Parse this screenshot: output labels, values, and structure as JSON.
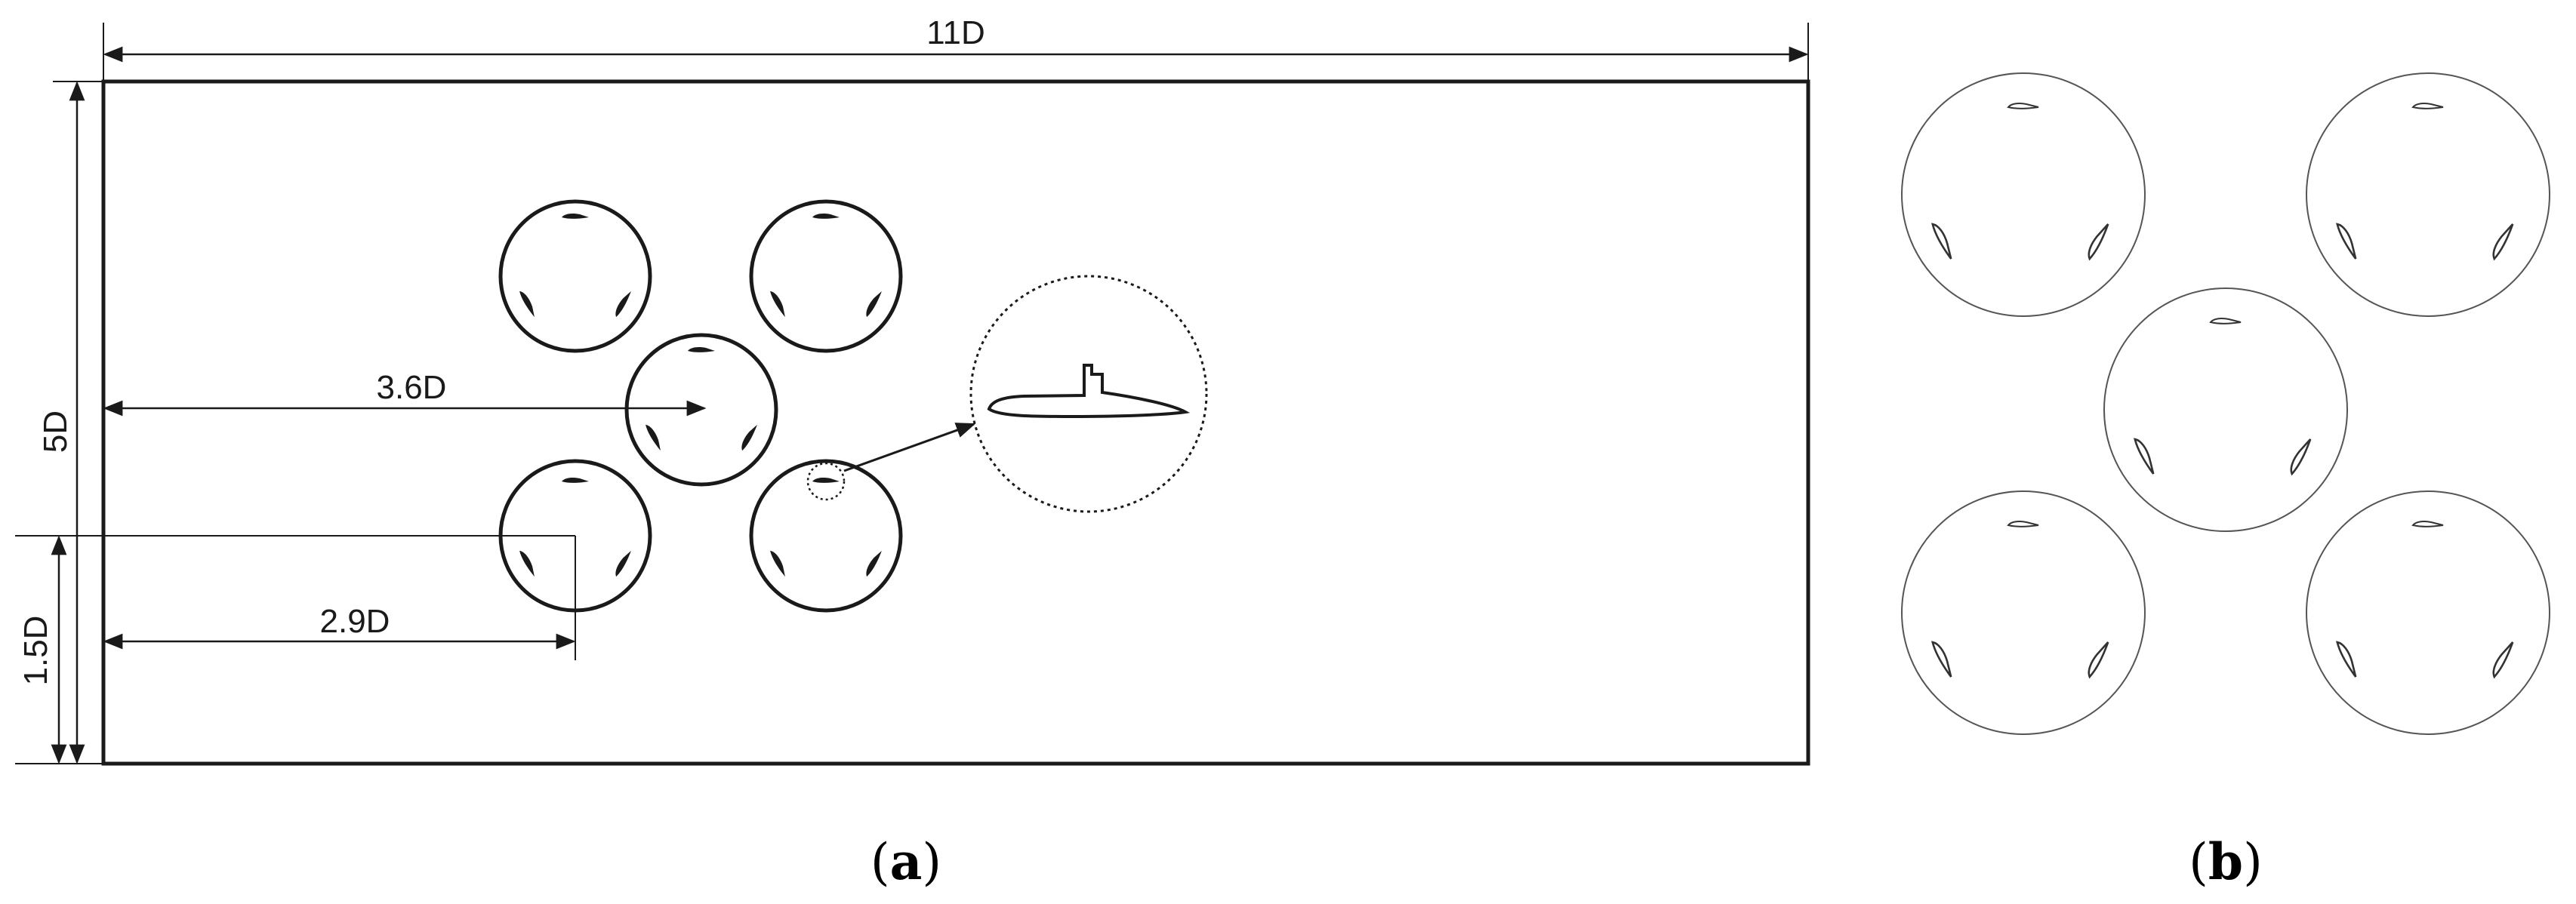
{
  "dimensions": {
    "width_label": "11D",
    "height_label": "5D",
    "center_offset_label": "3.6D",
    "lower_x_label": "2.9D",
    "lower_y_label": "1.5D"
  },
  "captions": {
    "a_open": "(",
    "a_letter": "a",
    "a_close": ")",
    "b_open": "(",
    "b_letter": "b",
    "b_close": ")"
  },
  "colors": {
    "line": "#1a1a1a",
    "light_line": "#555555"
  },
  "panel_a": {
    "rotor_count": 5,
    "blades_per_rotor": 3,
    "has_zoom_inset": true
  },
  "panel_b": {
    "rotor_count": 5,
    "blades_per_rotor": 3
  }
}
